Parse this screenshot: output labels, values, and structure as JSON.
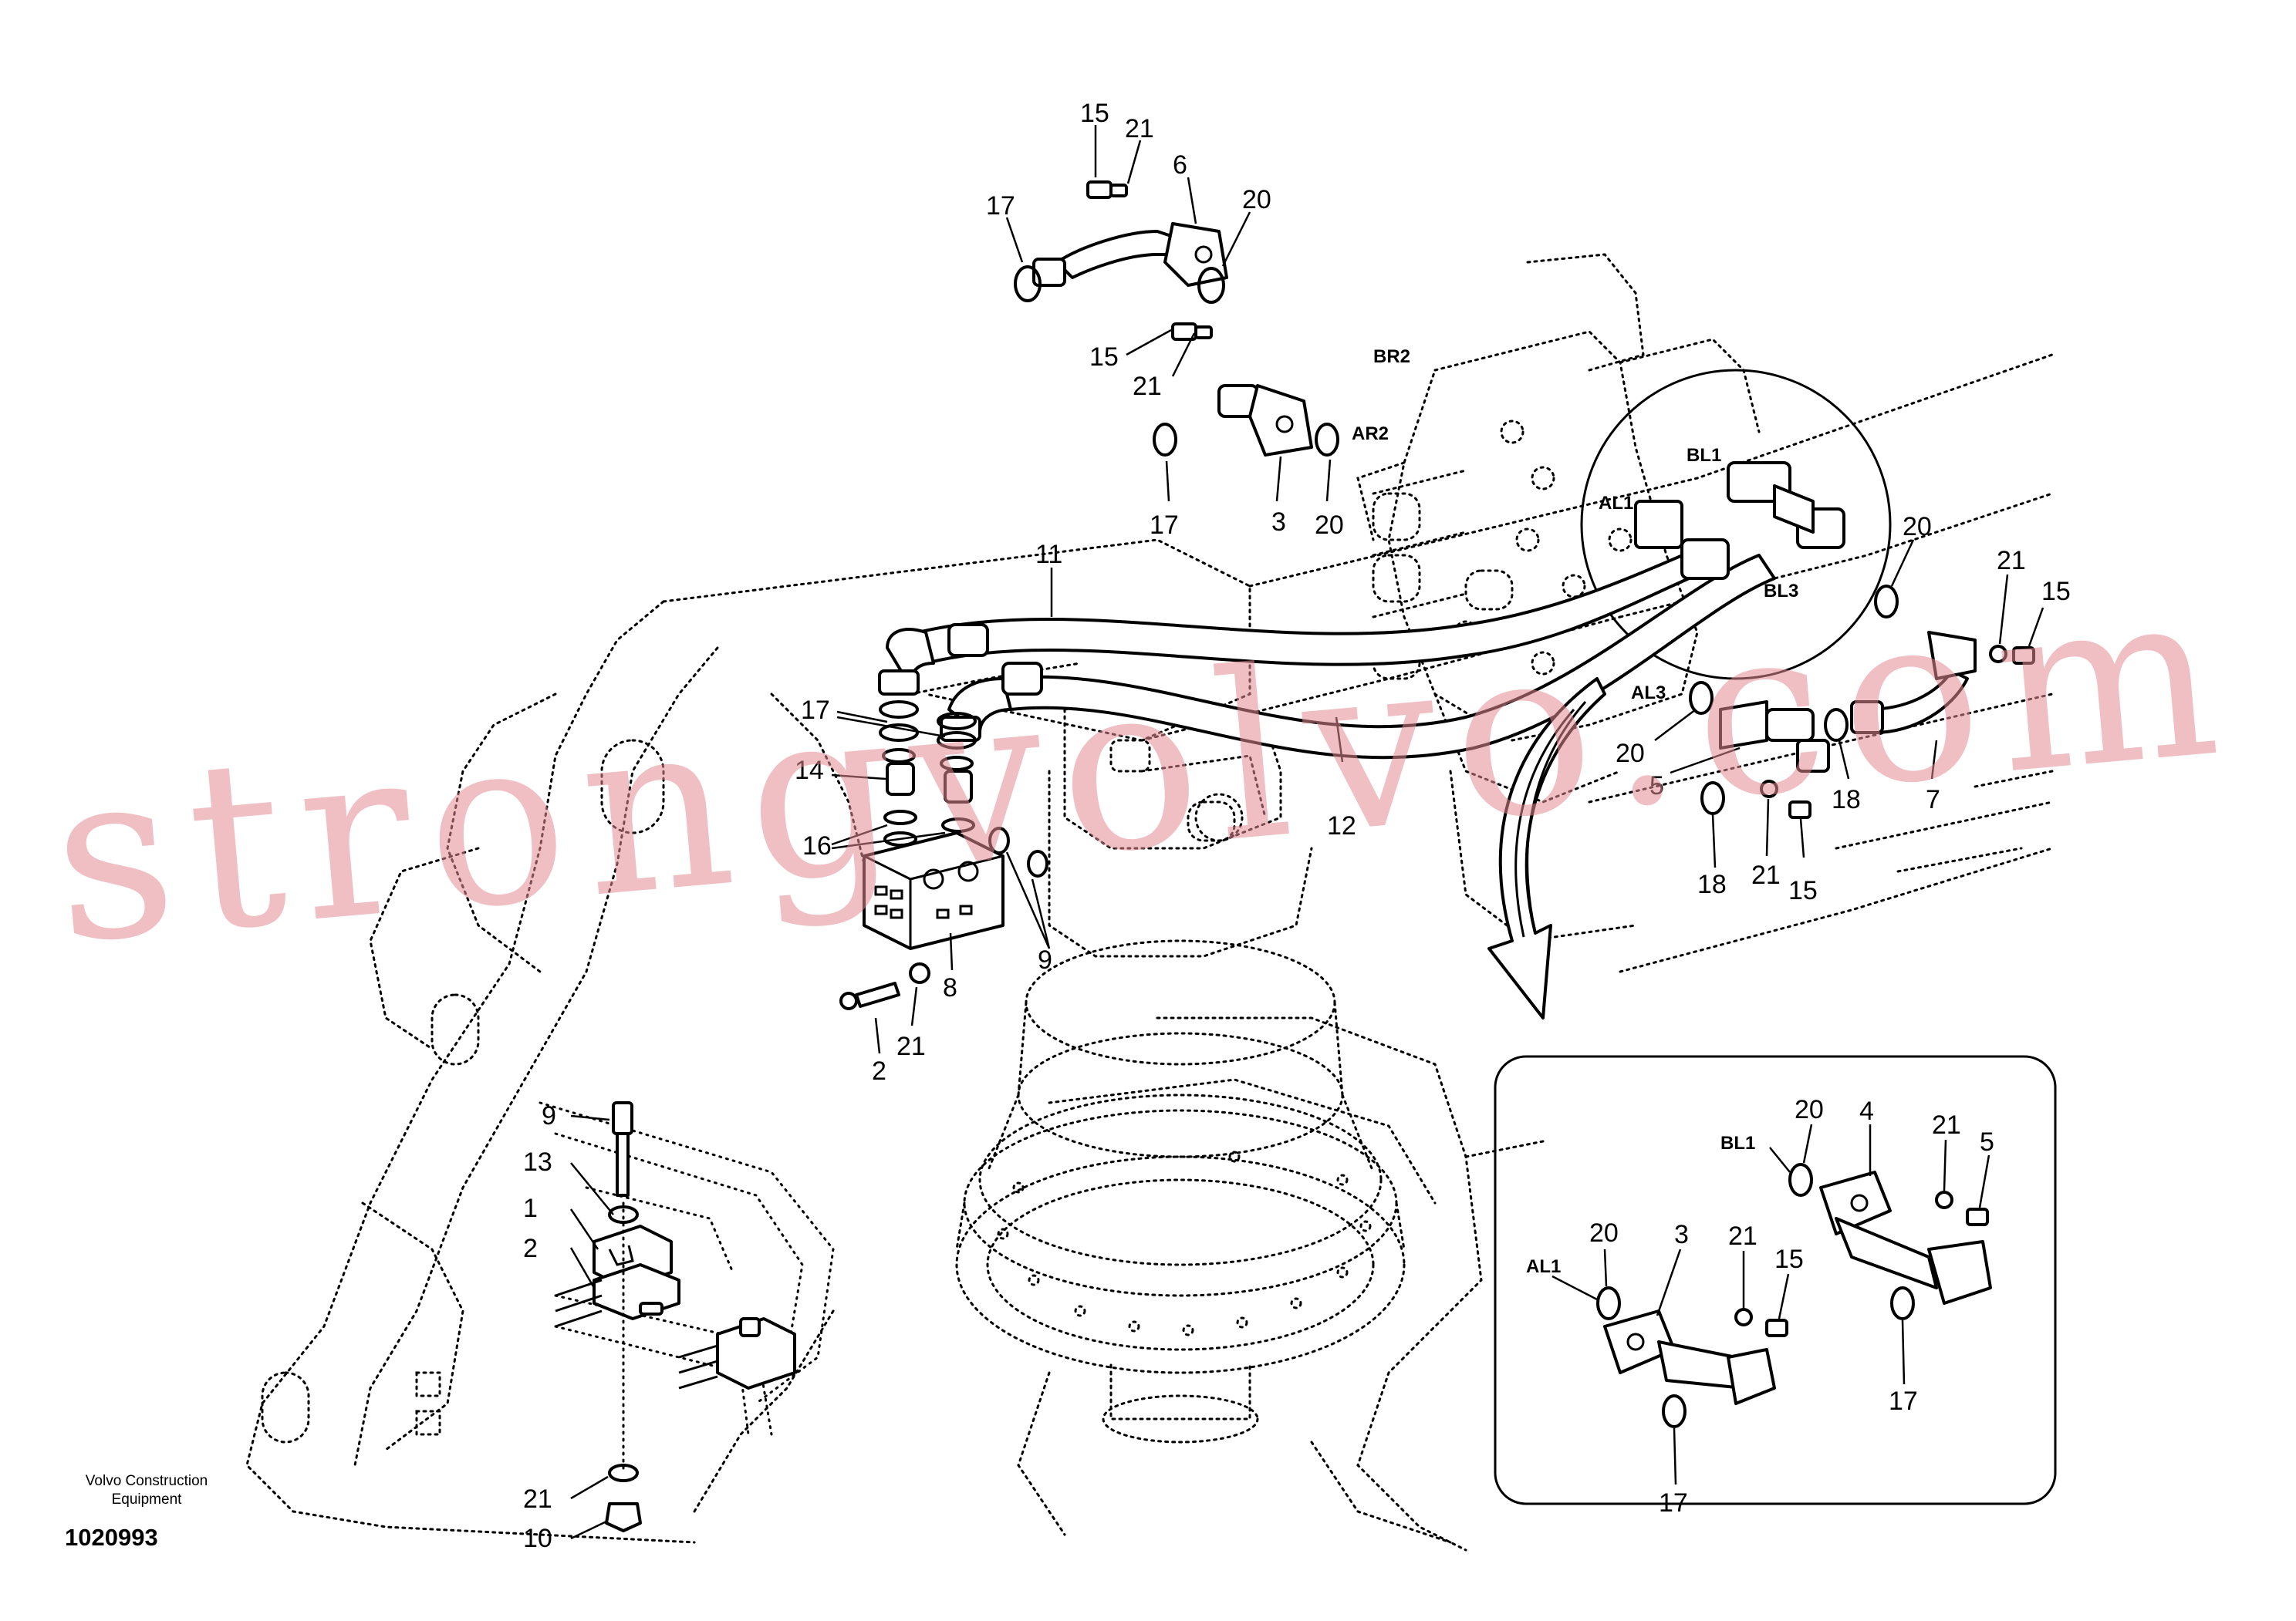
{
  "labels": {
    "n15a": "15",
    "n21a": "21",
    "n6": "6",
    "n17a": "17",
    "n20a": "20",
    "n15b": "15",
    "n21b": "21",
    "n17b": "17",
    "n3a": "3",
    "n20b": "20",
    "n11": "11",
    "n12": "12",
    "n17c": "17",
    "n14": "14",
    "n16": "16",
    "n9a": "9",
    "n8": "8",
    "n2a": "2",
    "n21c": "21",
    "n9b": "9",
    "n13": "13",
    "n1": "1",
    "n2b": "2",
    "n21d": "21",
    "n10": "10",
    "n20c": "20",
    "n21e": "21",
    "n15c": "15",
    "n18a": "18",
    "n7": "7",
    "n20d": "20",
    "n5": "5",
    "n18b": "18",
    "n21f": "21",
    "n15d": "15",
    "n20e": "20",
    "n4": "4",
    "n21g": "21",
    "n15e": "5",
    "n20f": "20",
    "n3b": "3",
    "n21h": "21",
    "n15f": "15",
    "n17d": "17",
    "n17e": "17"
  },
  "ports": {
    "br2": "BR2",
    "ar2": "AR2",
    "bl1": "BL1",
    "al1": "AL1",
    "bl3": "BL3",
    "al3": "AL3",
    "detail_bl1": "BL1",
    "detail_al1": "AL1"
  },
  "watermark": "strongvolvo.com",
  "footer": {
    "company_line1": "Volvo Construction",
    "company_line2": "Equipment",
    "drawing_number": "1020993"
  },
  "colors": {
    "line": "#000000",
    "background": "#ffffff",
    "watermark": "#e38b94"
  }
}
